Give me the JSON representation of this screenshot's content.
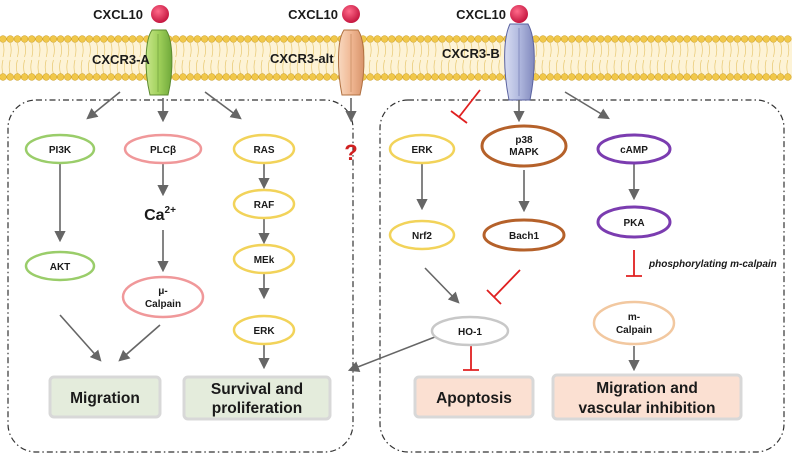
{
  "ligands": {
    "a": "CXCL10",
    "alt": "CXCL10",
    "b": "CXCL10"
  },
  "receptors": {
    "a": "CXCR3-A",
    "alt": "CXCR3-alt",
    "b": "CXCR3-B"
  },
  "unknown_mark": "?",
  "left_nodes": {
    "pi3k": "PI3K",
    "akt": "AKT",
    "plcb": "PLCβ",
    "ca_base": "Ca",
    "ca_sup": "2+",
    "mu_line1": "μ-",
    "mu_line2": "Calpain",
    "ras": "RAS",
    "raf": "RAF",
    "mek": "MEk",
    "erk": "ERK"
  },
  "right_nodes": {
    "erk": "ERK",
    "nrf2": "Nrf2",
    "p38_line1": "p38",
    "p38_line2": "MAPK",
    "bach1": "Bach1",
    "ho1": "HO-1",
    "camp": "cAMP",
    "pka": "PKA",
    "mcalpain_line1": "m-",
    "mcalpain_line2": "Calpain"
  },
  "annotations": {
    "phosphorylating": "phosphorylating m-calpain"
  },
  "outcomes": {
    "migration": "Migration",
    "survival_line1": "Survival and",
    "survival_line2": "proliferation",
    "apoptosis": "Apoptosis",
    "mig_vasc_line1": "Migration and",
    "mig_vasc_line2": "vascular inhibition"
  },
  "colors": {
    "green": "#9acd6a",
    "pink": "#f0989a",
    "yellow": "#f2d35a",
    "brown": "#b5612a",
    "purple": "#7b3cb0",
    "grey": "#c8c8c8",
    "peach": "#f2c8a0",
    "ligand": "#d4204a",
    "inhibition": "#e02020"
  }
}
